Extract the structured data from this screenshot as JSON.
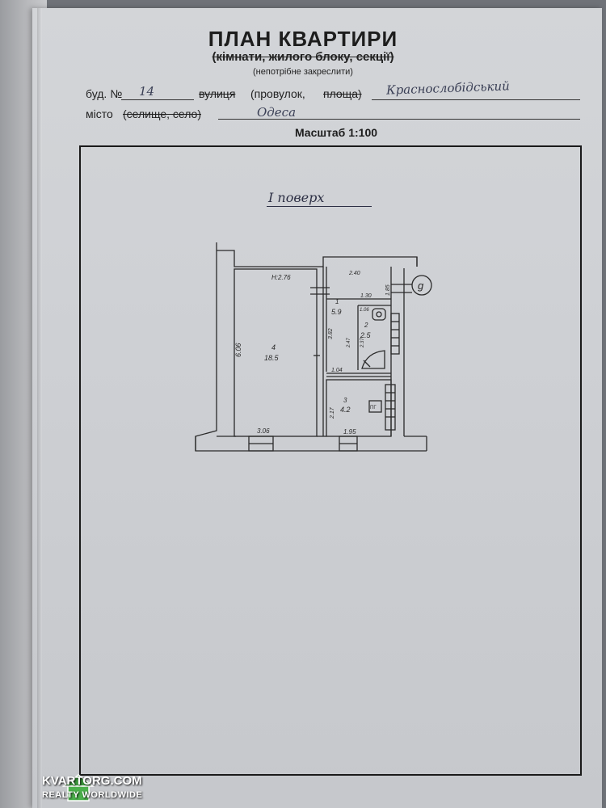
{
  "header": {
    "title": "ПЛАН КВАРТИРИ",
    "subtitle": "(кімнати, жилого блоку, секції)",
    "note": "(непотрібне закреслити)"
  },
  "address": {
    "building_label": "буд. №",
    "building_number": "14",
    "street_label": "вулиця",
    "lane_label": "(провулок,",
    "square_label": "площа)",
    "street_value": "Красноcлобідський",
    "city_label": "місто",
    "city_alt_label": "(селище, село)",
    "city_value": "Одеса"
  },
  "scale": "Масштаб 1:100",
  "floor": "I   поверх",
  "plan": {
    "ceiling_height": "H:2.76",
    "rooms": [
      {
        "number": "4",
        "area": "18.5"
      },
      {
        "number": "1",
        "area": "5.9"
      },
      {
        "number": "2",
        "area": "2.5"
      },
      {
        "number": "3",
        "area": "4.2"
      }
    ],
    "dimensions": {
      "room4_height": "6.06",
      "room4_width": "3.06",
      "top_right": "2.40",
      "right_side": "1.85",
      "hall_width": "1.30",
      "wc_width": "1.06",
      "hall_height": "3.82",
      "bath_height": "2.37",
      "bath_height2": "2.47",
      "kitchen_top": "1.04",
      "kitchen_height": "2.17",
      "kitchen_width": "1.95"
    },
    "axis_label": "g",
    "stove_label": "ПГ"
  },
  "watermark": {
    "brand": "KVARTORG.COM",
    "tagline": "REALTY WORLDWIDE"
  }
}
